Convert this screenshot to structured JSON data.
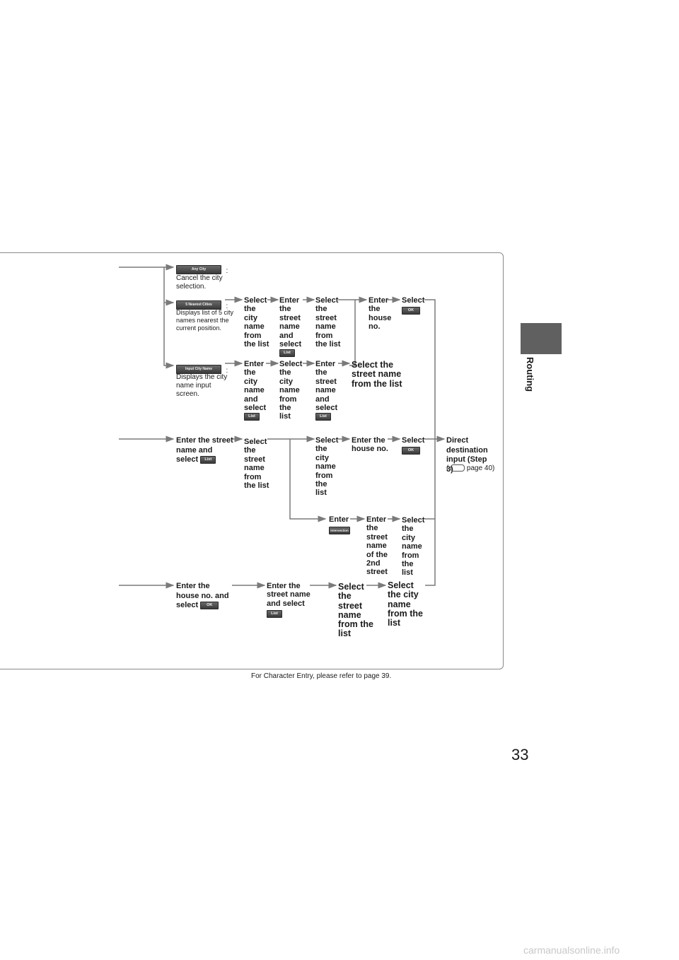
{
  "side_tab": "Routing",
  "page_number": "33",
  "footer_note": "For Character Entry, please refer to page 39.",
  "watermark": "carmanualsonline.info",
  "buttons": {
    "any_city": "Any City",
    "nearest_cities": "5 Nearest Cities",
    "input_city_name": "Input City Name",
    "list": "List",
    "ok": "OK",
    "intersection": "Intersection"
  },
  "descriptions": {
    "any_city": "Cancel the city selection.",
    "nearest_cities": "Displays list of 5 city names nearest the current position.",
    "input_city_name": "Displays the city name input screen.",
    "colon": ":"
  },
  "steps": {
    "r2_select_city": "Select the city name from the list",
    "r2_enter_street": "Enter the street name and select",
    "r2_select_street": "Select the street name from the list",
    "r2_enter_house": "Enter the house no.",
    "r2_select_ok": "Select",
    "r3_enter_city": "Enter the city name and select",
    "r3_select_city": "Select the city name from the list",
    "r3_enter_street": "Enter the street name and select",
    "r3_select_street": "Select the street name from the list",
    "r4_enter_street": "Enter the street name and select",
    "r4_select_street": "Select the street name from the list",
    "r4_select_city": "Select the city name from the list",
    "r4_enter_house": "Enter the house no.",
    "r4_select_ok": "Select",
    "direct_title": "Direct destination input (Step 3)",
    "direct_ref": "page 40)",
    "r5_enter": "Enter",
    "r5_enter_street2": "Enter the street name of the 2nd street",
    "r5_select_city": "Select the city name from the list",
    "r6_enter_house": "Enter the house no. and select",
    "r6_enter_street": "Enter the street name and select",
    "r6_select_street": "Select the street name from the list",
    "r6_select_city": "Select the city name from the list"
  }
}
